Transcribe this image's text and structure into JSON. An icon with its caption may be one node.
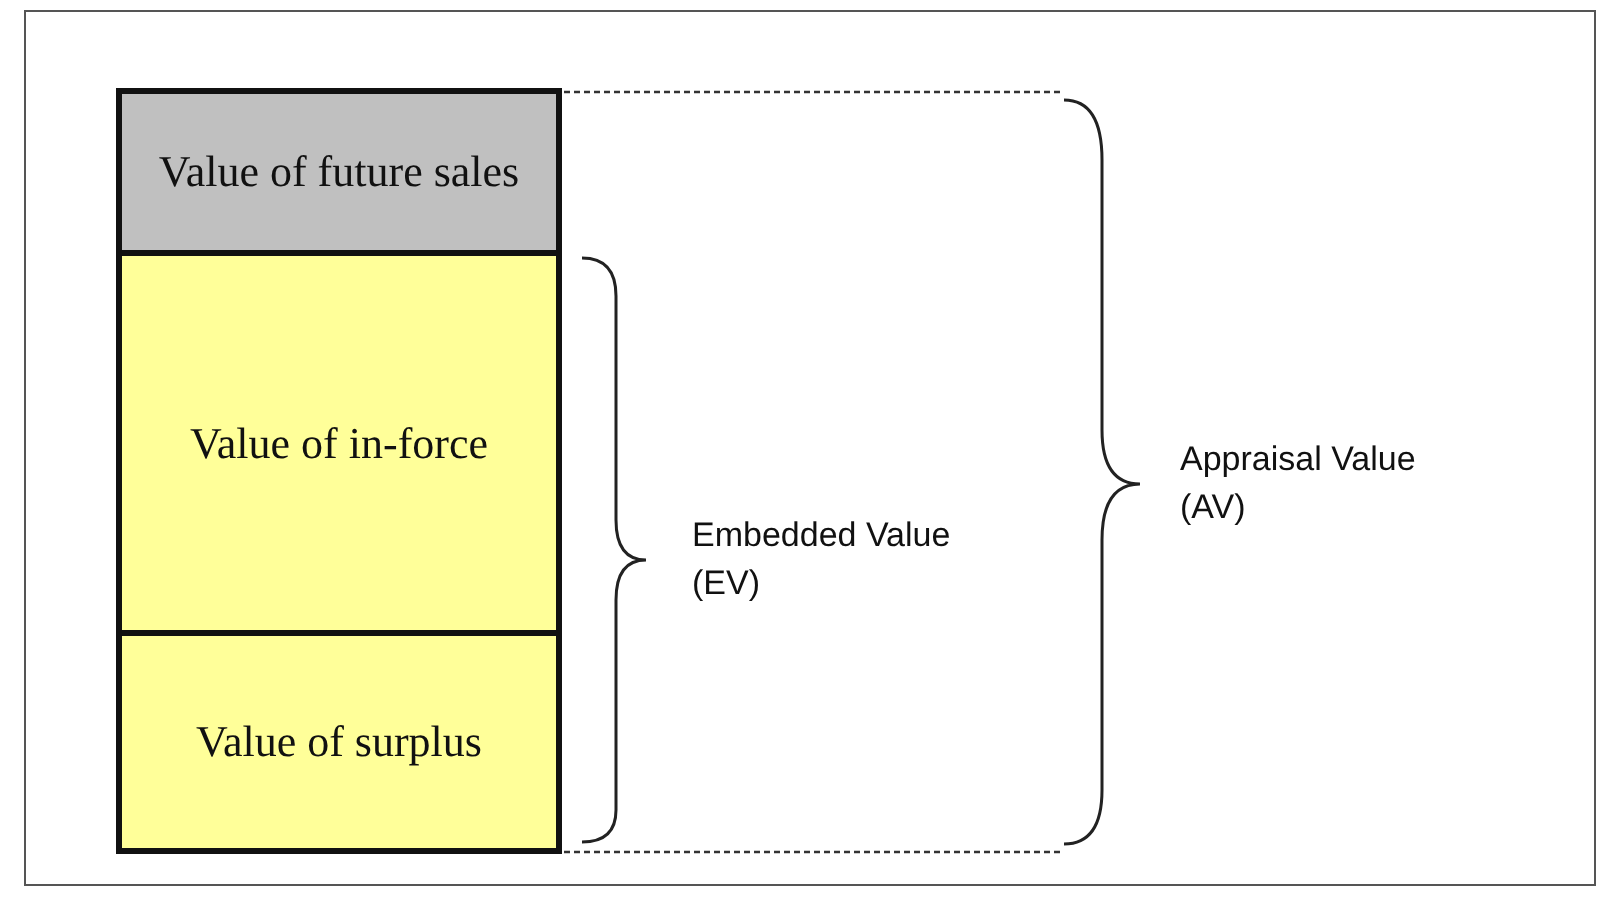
{
  "diagram": {
    "nodes": [
      {
        "text": [
          "Value of future sales"
        ]
      },
      {
        "text": [
          "Value of in-force"
        ]
      },
      {
        "text": [
          "Value of surplus"
        ]
      }
    ],
    "labels": [
      "Embedded Value (EV)",
      "Appraisal Value (AV)"
    ]
  }
}
